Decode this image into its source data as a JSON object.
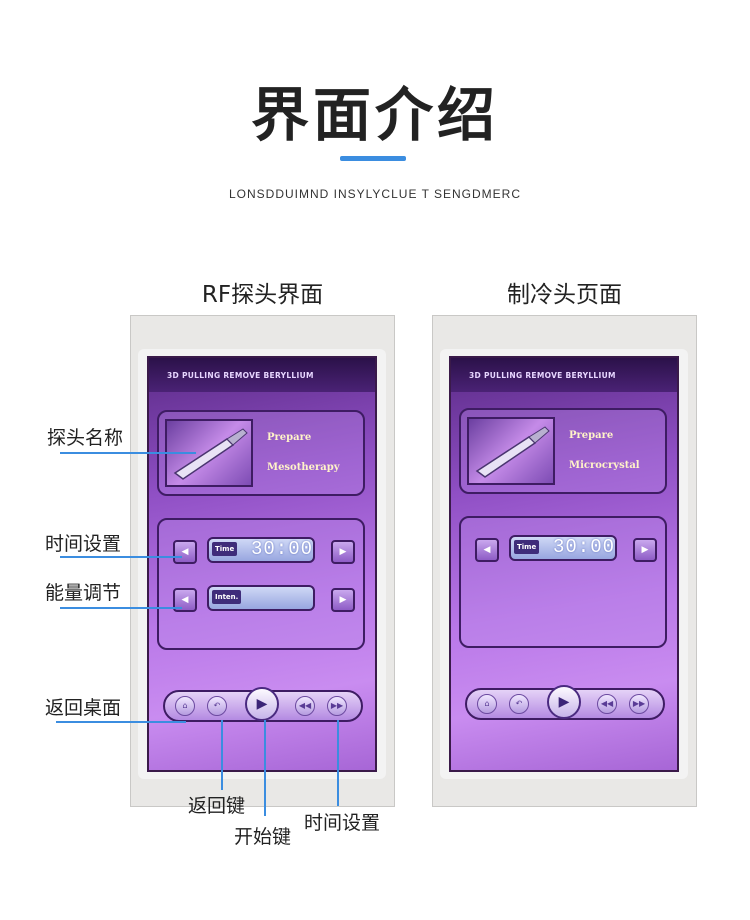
{
  "header": {
    "title": "界面介绍",
    "subtitle": "LONSDDUIMND INSYLYCLUE T SENGDMERC"
  },
  "panels": [
    {
      "title": "RF探头界面",
      "screen_header": "3D PULLING REMOVE BERYLLIUM",
      "probe": {
        "line1": "Prepare",
        "line2": "Mesotherapy"
      },
      "time": {
        "label": "Time",
        "value": "30:00"
      },
      "energy": {
        "label": "Inten.",
        "value": ""
      }
    },
    {
      "title": "制冷头页面",
      "screen_header": "3D PULLING REMOVE BERYLLIUM",
      "probe": {
        "line1": "Prepare",
        "line2": "Microcrystal"
      },
      "time": {
        "label": "Time",
        "value": "30:00"
      }
    }
  ],
  "callouts": {
    "probe_name": "探头名称",
    "time_setting": "时间设置",
    "energy_adjust": "能量调节",
    "return_desktop": "返回桌面",
    "back_key": "返回键",
    "start_key": "开始键",
    "time_setting_bottom": "时间设置"
  },
  "colors": {
    "accent": "#3b8de0",
    "screen_purple": "#b978e8",
    "header_dark": "#2b1149"
  }
}
